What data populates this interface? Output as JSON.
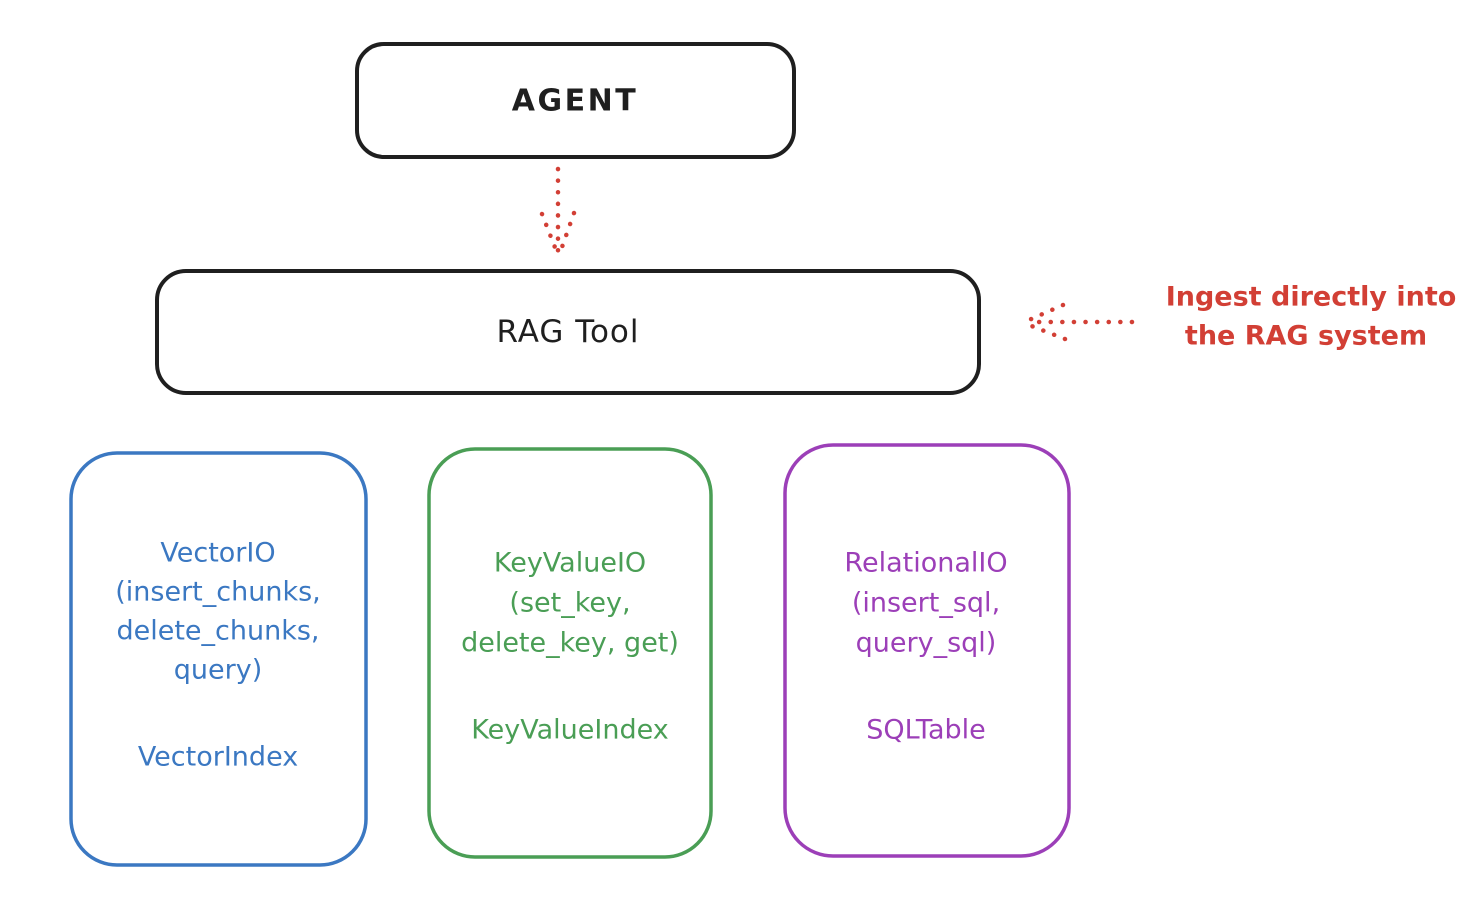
{
  "colors": {
    "ink": "#1f1f1f",
    "red": "#d23f35",
    "blue": "#3b78c2",
    "green": "#4a9e55",
    "purple": "#9c3fb8",
    "background": "#ffffff"
  },
  "nodes": {
    "agent": {
      "label": "AGENT"
    },
    "rag_tool": {
      "label": "RAG Tool"
    },
    "vector_io": {
      "lines": [
        "VectorIO",
        "(insert_chunks,",
        "delete_chunks,",
        "query)"
      ],
      "index_label": "VectorIndex"
    },
    "key_value_io": {
      "lines": [
        "KeyValueIO",
        "(set_key,",
        "delete_key, get)"
      ],
      "index_label": "KeyValueIndex"
    },
    "relational_io": {
      "lines": [
        "RelationalIO",
        "(insert_sql,",
        "query_sql)"
      ],
      "index_label": "SQLTable"
    }
  },
  "annotation": {
    "lines": [
      "Ingest directly into",
      "the RAG system"
    ]
  }
}
